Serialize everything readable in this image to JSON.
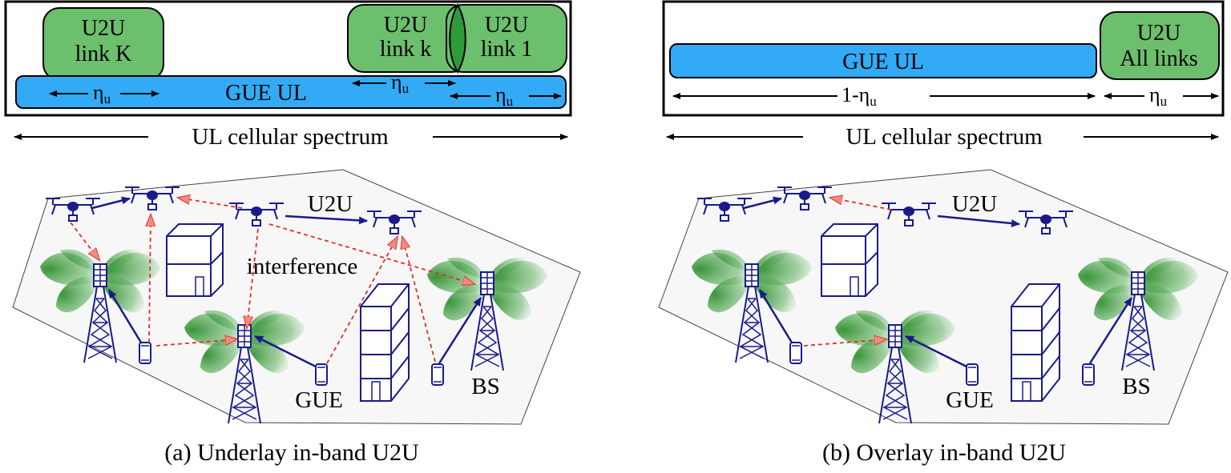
{
  "panel_a": {
    "caption": "(a) Underlay in-band U2U",
    "links": [
      {
        "line1": "U2U",
        "line2": "link K"
      },
      {
        "line1": "U2U",
        "line2": "link k"
      },
      {
        "line1": "U2U",
        "line2": "link 1"
      }
    ],
    "gue_band": "GUE UL",
    "eta": "η",
    "eta_sub": "u",
    "spectrum": "UL cellular spectrum",
    "u2u_label": "U2U",
    "interference_label": "interference",
    "gue_label": "GUE",
    "bs_label": "BS"
  },
  "panel_b": {
    "caption": "(b) Overlay in-band U2U",
    "u2u_line1": "U2U",
    "u2u_line2": "All links",
    "gue_band": "GUE UL",
    "one_minus_eta": "1-η",
    "eta": "η",
    "eta_sub": "u",
    "spectrum": "UL cellular spectrum",
    "u2u_label": "U2U",
    "gue_label": "GUE",
    "bs_label": "BS"
  },
  "colors": {
    "green_box": "#6cbf6c",
    "green_overlap": "#2e9b3a",
    "blue_band": "#33aaf5",
    "network": "#1a1a8c",
    "interference": "#e0302a",
    "beam": "#3a9a3a",
    "ground": "#f7f7f7"
  }
}
